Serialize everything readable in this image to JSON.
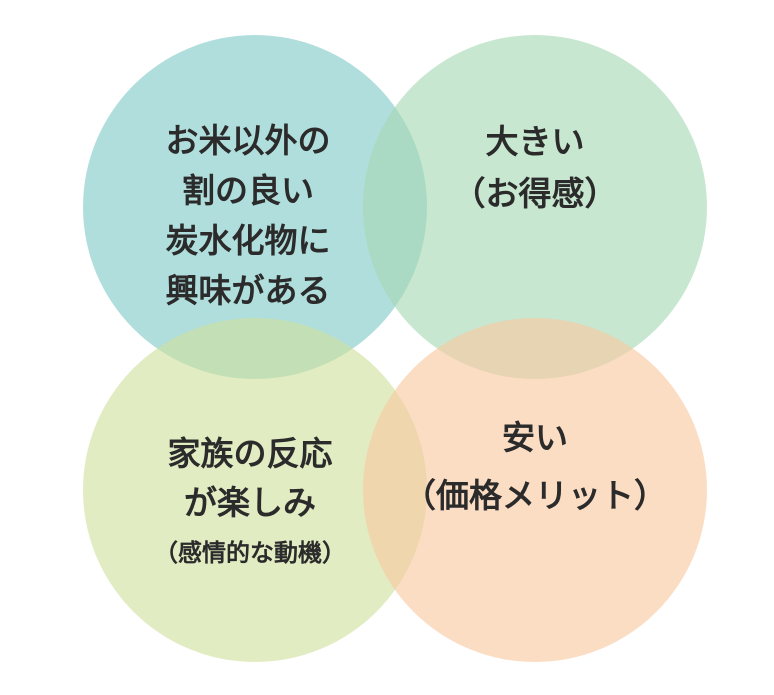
{
  "circles": [
    {
      "id": "top-left",
      "color": "#7fcac6",
      "lines": [
        "お米以外の",
        "割の良い",
        "炭水化物に",
        "興味がある"
      ]
    },
    {
      "id": "top-right",
      "color": "#a6d9b3",
      "lines": [
        "大きい",
        "（お得感）"
      ]
    },
    {
      "id": "bottom-left",
      "color": "#cfe09c",
      "lines": [
        "家族の反応",
        "が楽しみ",
        "（感情的な動機）"
      ]
    },
    {
      "id": "bottom-right",
      "color": "#f8c8a0",
      "lines": [
        "安い",
        "（価格メリット）"
      ]
    }
  ]
}
